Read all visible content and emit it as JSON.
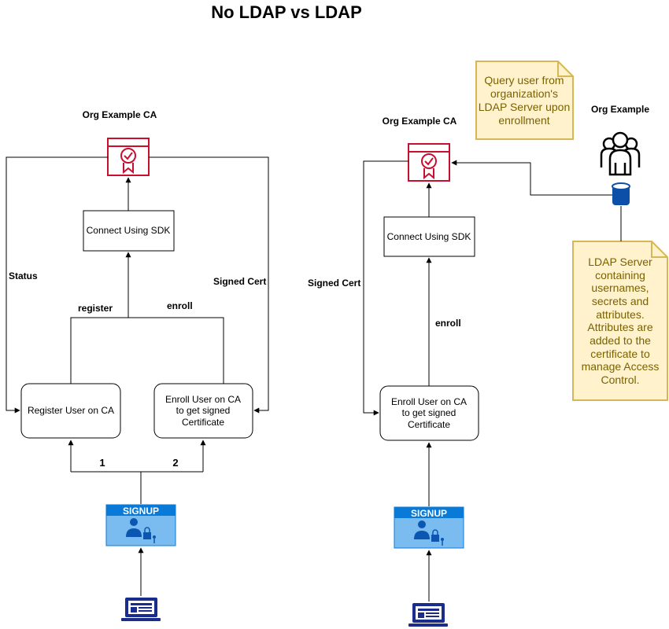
{
  "title": "No LDAP vs LDAP",
  "colors": {
    "ca_red": "#c8102e",
    "signup_blue": "#0a7ad8",
    "signup_light": "#7bbcf0",
    "laptop_navy": "#1a2c8c",
    "note_fill": "#fff2cc",
    "note_stroke": "#d6b656",
    "note_text": "#7a6200",
    "db_blue": "#0b4fa8"
  },
  "left": {
    "ca_label": "Org Example CA",
    "sdk": "Connect Using SDK",
    "register_box": "Register User on CA",
    "enroll_box_lines": [
      "Enroll User on CA",
      "to get signed",
      "Certificate"
    ],
    "labels": {
      "status": "Status",
      "signed_cert": "Signed Cert",
      "register": "register",
      "enroll": "enroll",
      "step1": "1",
      "step2": "2"
    },
    "signup": "SIGNUP"
  },
  "right": {
    "ca_label": "Org Example CA",
    "org_label": "Org Example",
    "sdk": "Connect Using SDK",
    "enroll_box_lines": [
      "Enroll User on CA",
      "to get signed",
      "Certificate"
    ],
    "labels": {
      "signed_cert": "Signed Cert",
      "enroll": "enroll"
    },
    "signup": "SIGNUP",
    "note_query_lines": [
      "Query user from",
      "organization's",
      "LDAP Server upon",
      "enrollment"
    ],
    "note_ldap_lines": [
      "LDAP Server",
      "containing",
      "usernames,",
      "secrets and",
      "attributes.",
      "Attributes are",
      "added to the",
      "certificate to",
      "manage Access",
      "Control."
    ]
  }
}
